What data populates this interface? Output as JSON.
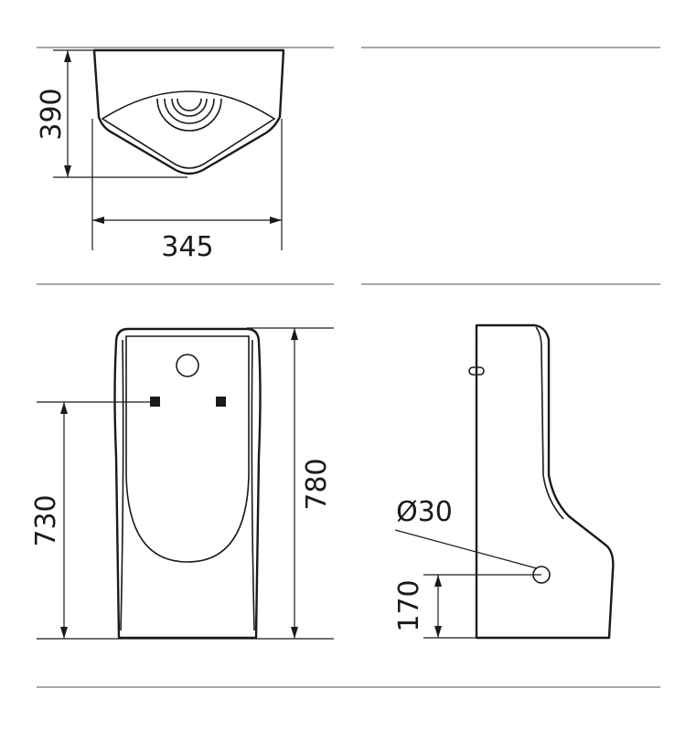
{
  "dimensions": {
    "top_depth": "390",
    "top_width": "345",
    "front_mount_height": "730",
    "front_total_height": "780",
    "outlet_diameter": "Ø30",
    "outlet_height": "170"
  },
  "colors": {
    "outline": "#1a1a1a",
    "separator": "#8a8a8a",
    "background": "#ffffff"
  }
}
